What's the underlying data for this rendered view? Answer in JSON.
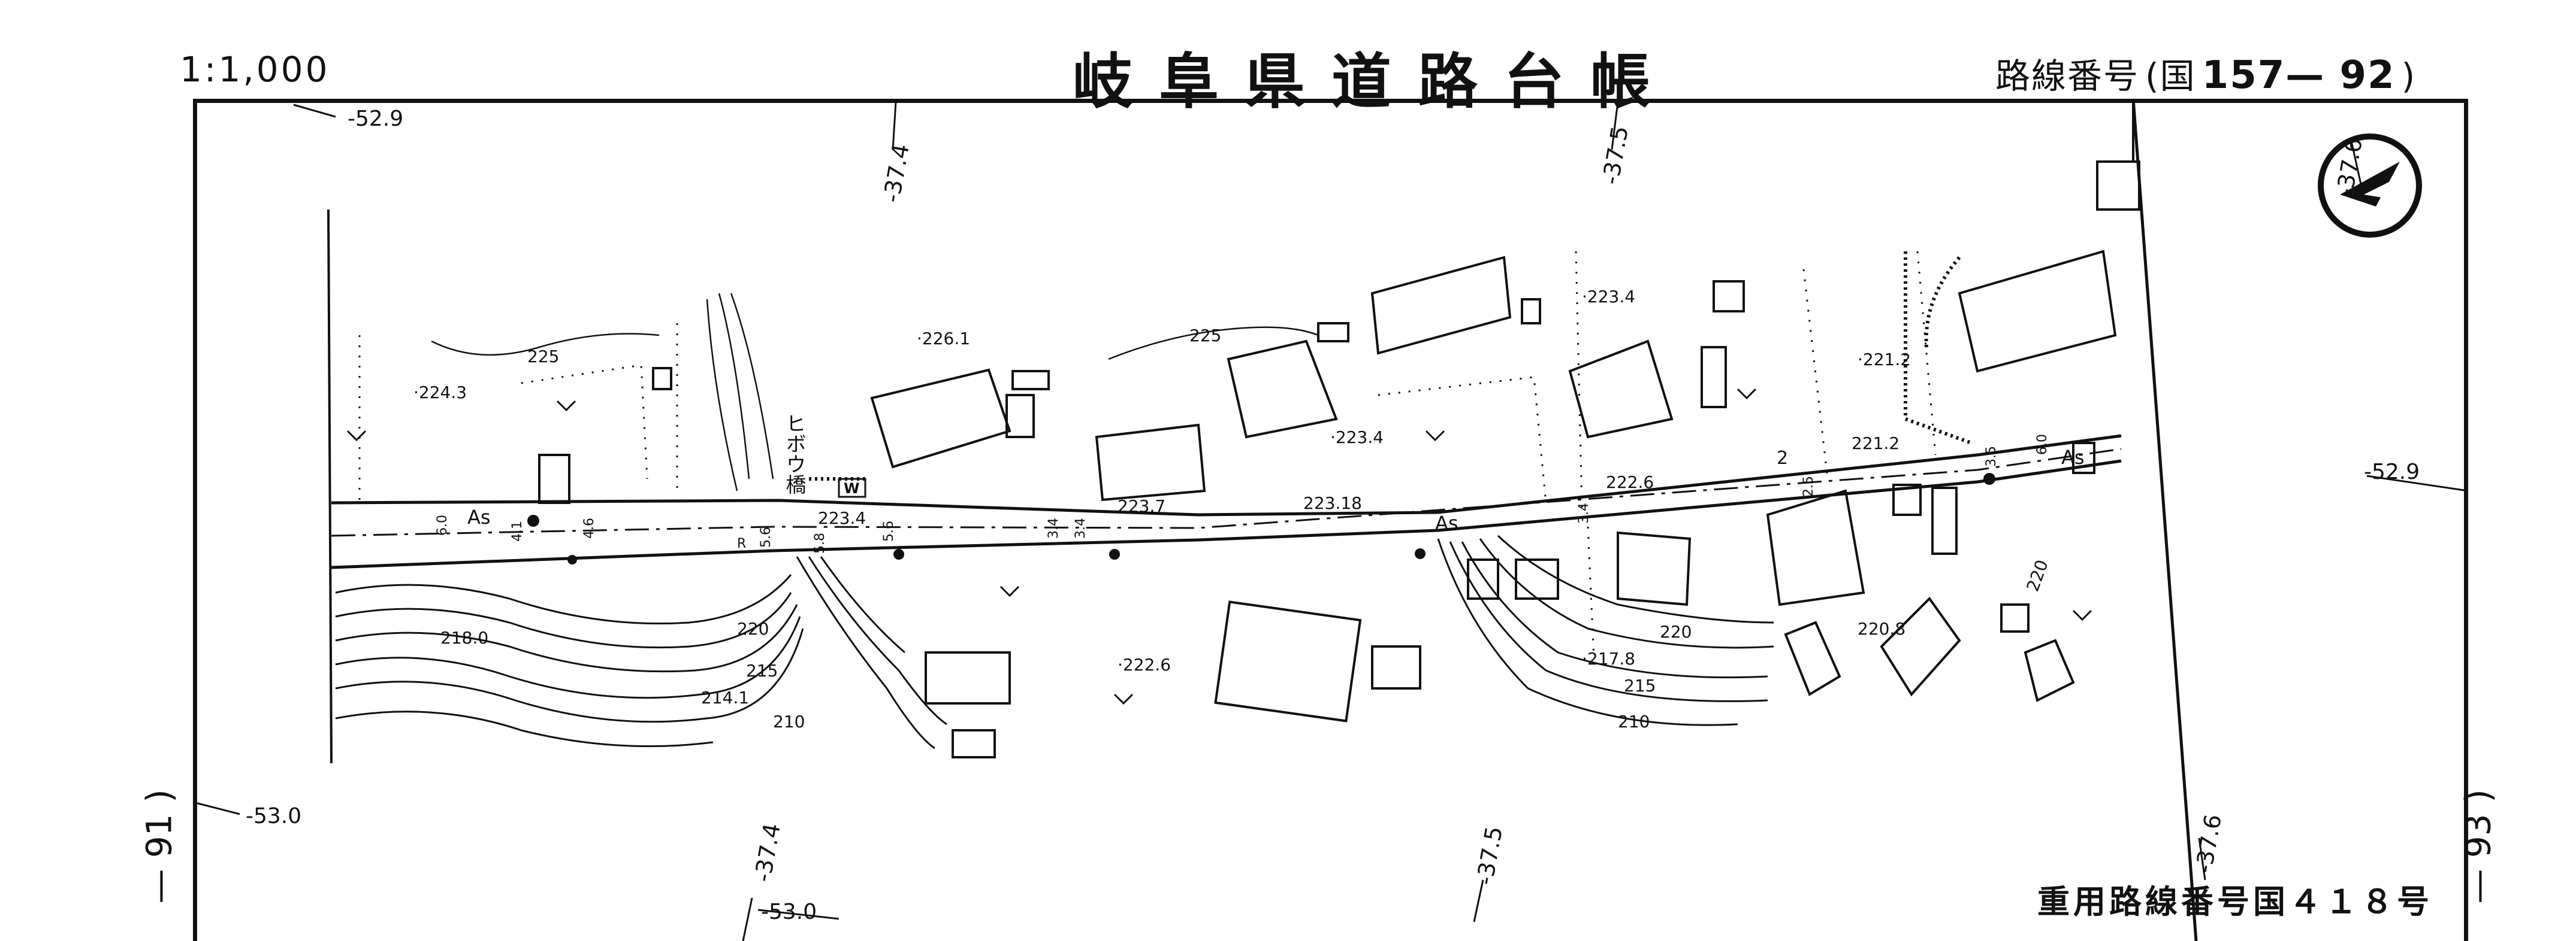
{
  "header": {
    "scale": "1:1,000",
    "title": "岐阜県道路台帳",
    "route_label": "路線番号",
    "route_open": "(国",
    "route_number": "157— 92",
    "route_close": ")"
  },
  "footer": {
    "emergency_route": "重用路線番号国４１８号"
  },
  "page_refs": {
    "left": "— 91 )",
    "right": "— 93 )"
  },
  "coordinates": {
    "top_left": "-52.9",
    "top_a": "-37.4",
    "top_b": "-37.5",
    "top_c": "-37.6",
    "right_mid": "-52.9",
    "left_low": "-53.0",
    "bottom_a": "-37.4",
    "bottom_a2": "-53.0",
    "bottom_b": "-37.5",
    "bottom_c": "-37.6"
  },
  "elevations": {
    "e1": "·226.1",
    "e2": "·224.3",
    "e3": "225",
    "e4": "225",
    "e5": "·223.4",
    "e6": "·223.4",
    "e7": "·221.2",
    "e8": "221.2",
    "e9": "222.6",
    "e10": "223.4",
    "e11": "223.7",
    "e12": "223.18",
    "e13": "218.0",
    "e14": "220",
    "e15": "215",
    "e16": "214.1",
    "e17": "210",
    "e18": "·222.6",
    "e19": "220",
    "e20": "·217.8",
    "e21": "215",
    "e22": "210",
    "e23": "220.8",
    "e24": "220"
  },
  "road_labels": {
    "as1": "As",
    "as2": "As",
    "as3": "As",
    "r": "R",
    "bridge": "ヒボウ橋",
    "bridge_mark": "W",
    "w1": "6.0",
    "w2": "4.1",
    "w3": "4.6",
    "w4": "5.6",
    "w5": "5.8",
    "w6": "5.6",
    "w7": "3.4",
    "w8": "3.4",
    "w9": "3.4",
    "w10": "2.5",
    "w11": "2",
    "w12": "6.0",
    "w13": "3.5"
  }
}
